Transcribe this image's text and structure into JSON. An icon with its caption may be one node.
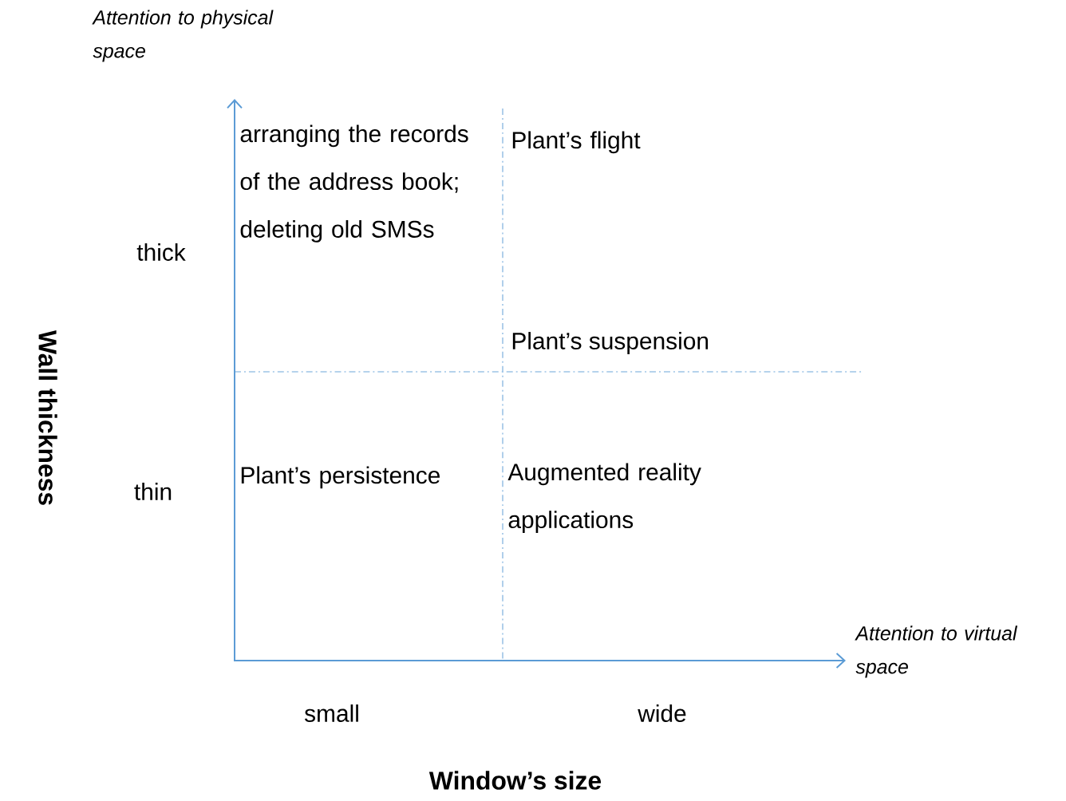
{
  "diagram": {
    "labels": [
      "Attention to physical space",
      "arranging the records of the address book; deleting old SMSs",
      "Plant’s flight",
      "thick",
      "Plant’s suspension",
      "Wall thickness",
      "thin",
      "Plant’s persistence",
      "Augmented reality applications",
      "Attention to virtual space",
      "small",
      "wide",
      "Window’s size"
    ]
  }
}
